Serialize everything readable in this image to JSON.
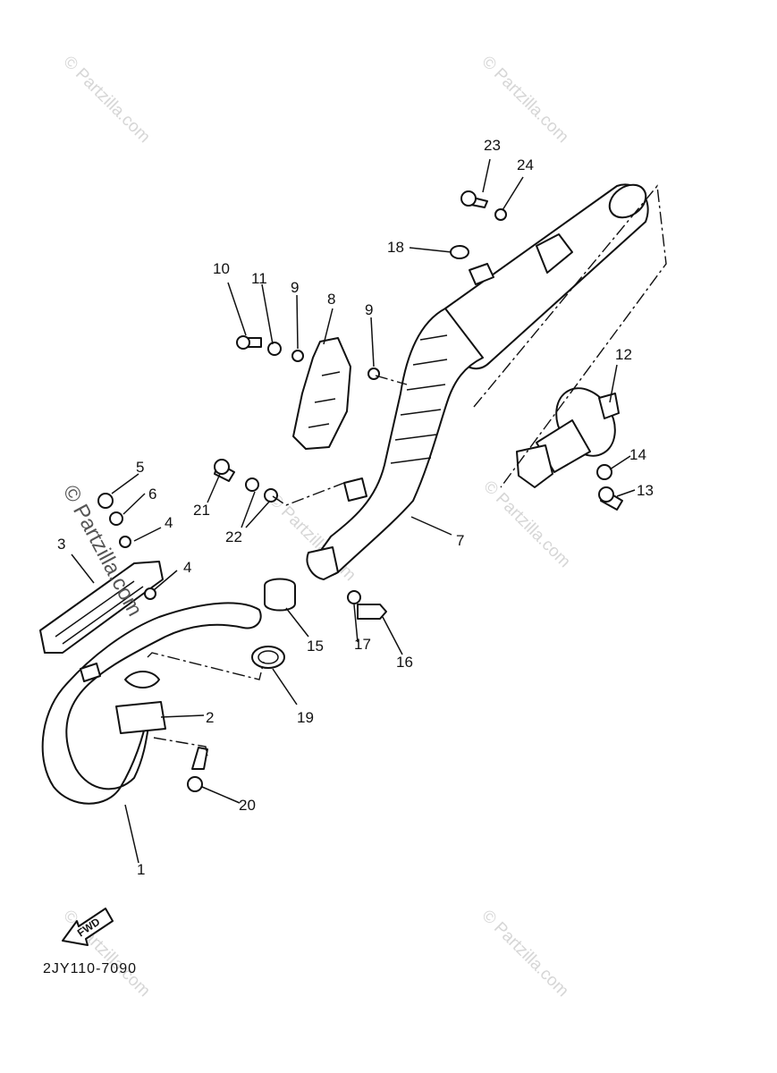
{
  "watermarks": [
    "© Partzilla.com",
    "© Partzilla.com",
    "© Partzilla.com",
    "© Partzilla.com",
    "© Partzilla.com",
    "© Partzilla.com"
  ],
  "overlay_watermark": "© Partzilla.com",
  "diagram_code": "2JY110-7090",
  "fwd_label": "FWD",
  "callouts": [
    "1",
    "2",
    "3",
    "4",
    "4",
    "5",
    "6",
    "7",
    "8",
    "9",
    "9",
    "10",
    "11",
    "12",
    "13",
    "14",
    "15",
    "16",
    "17",
    "18",
    "19",
    "20",
    "21",
    "22",
    "23",
    "24"
  ]
}
